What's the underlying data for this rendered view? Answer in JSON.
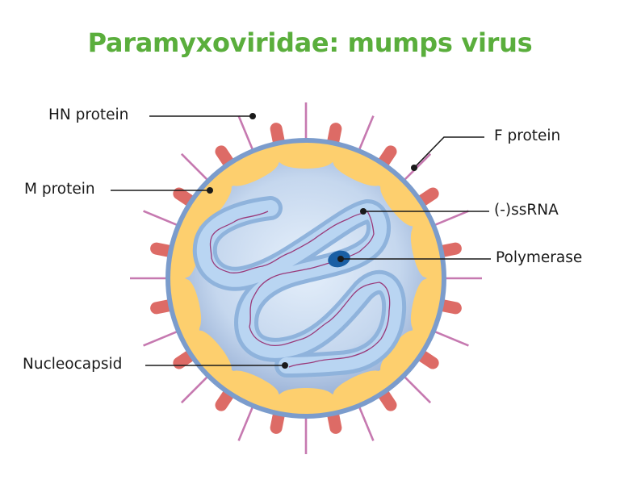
{
  "title": "Paramyxoviridae: mumps virus",
  "colors": {
    "title": "#5aae3c",
    "membrane": "#7b9ccc",
    "matrix": "#fdcf6e",
    "interior": "#c7d8ee",
    "nucleocapsid": "#a9cbef",
    "rna": "#9a3a7a",
    "polymerase": "#1a5fa4",
    "hn_spike": "#c679b0",
    "f_spike": "#dd6b66",
    "leader": "#1a1a1a"
  },
  "labels": {
    "hn_protein": "HN protein",
    "m_protein": "M protein",
    "f_protein": "F protein",
    "ssrna": "(-)ssRNA",
    "polymerase": "Polymerase",
    "nucleocapsid": "Nucleocapsid"
  }
}
